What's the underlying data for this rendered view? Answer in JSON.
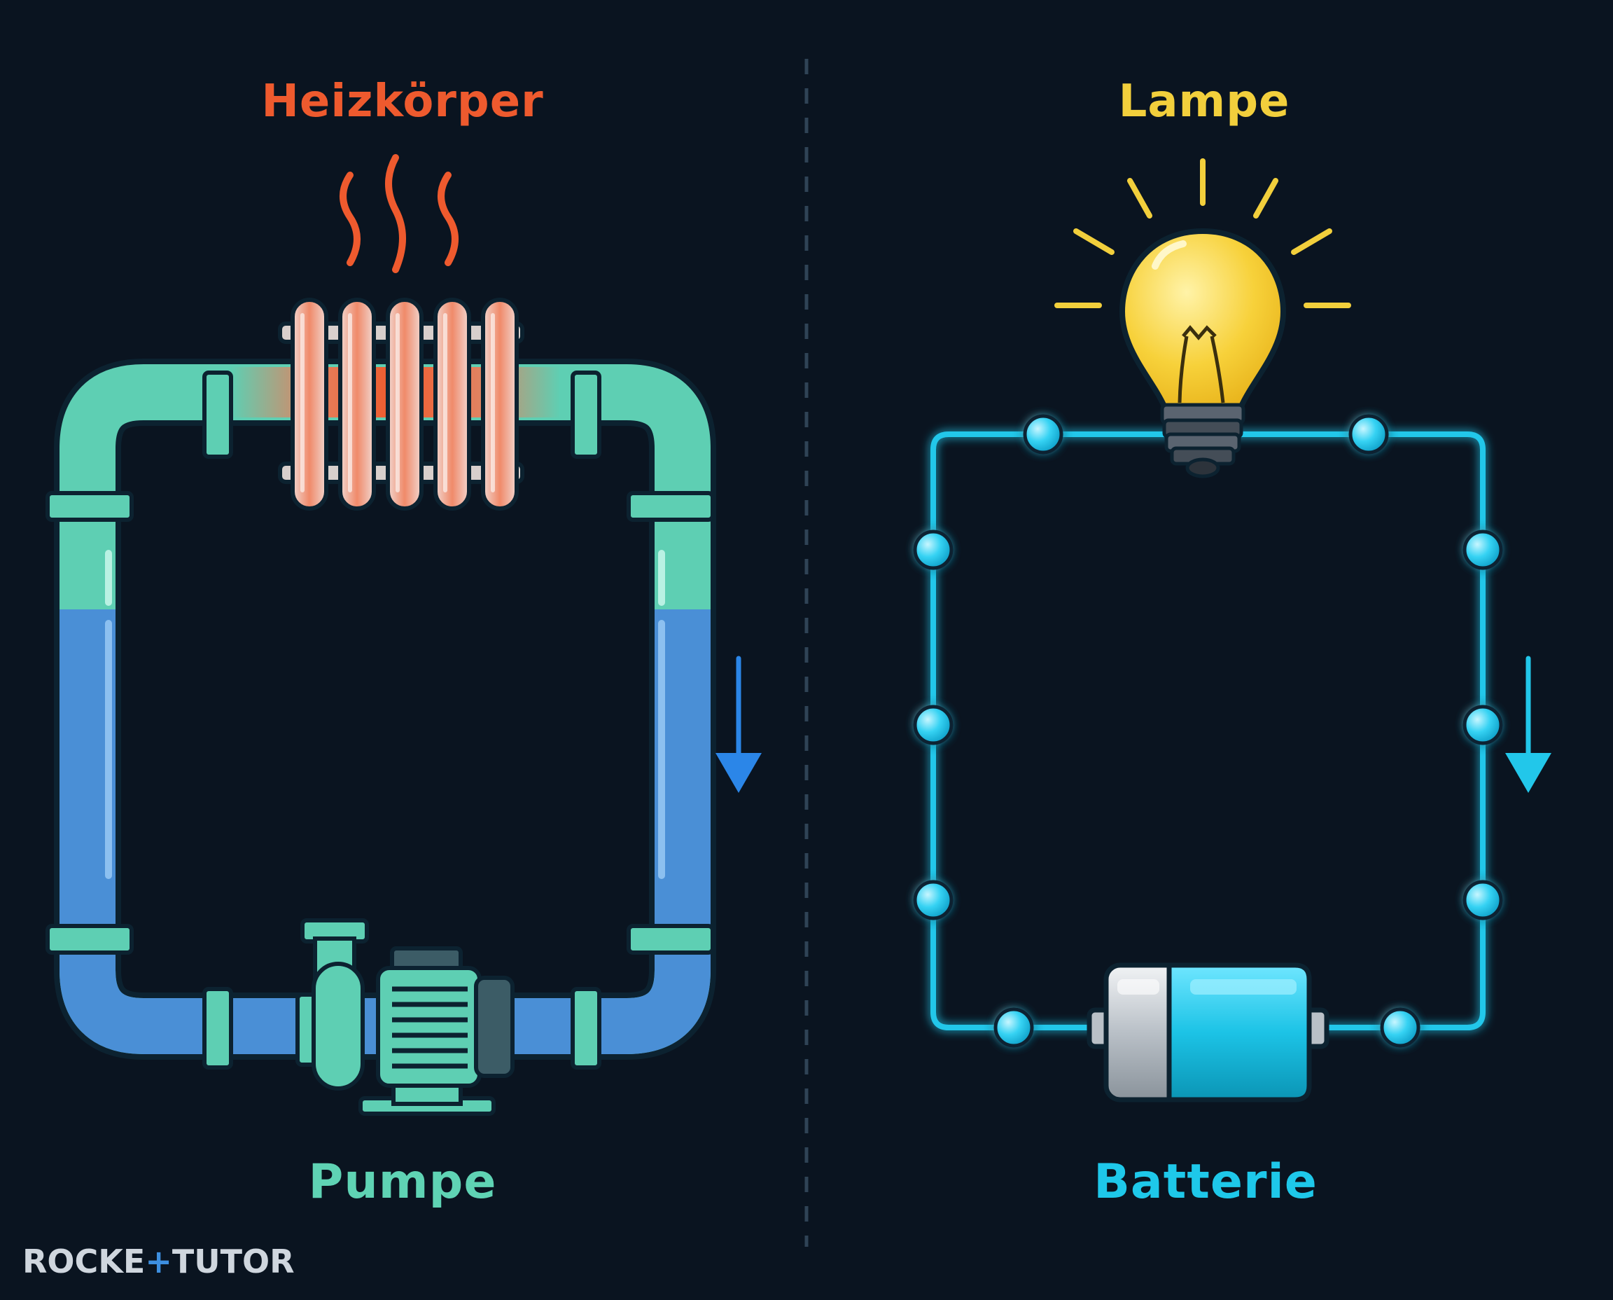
{
  "left_panel": {
    "title": "Heizkörper",
    "bottom_label": "Pumpe",
    "colors": {
      "title": "#ee5a2e",
      "label": "#5fd3b4",
      "pipe": "#5ecfb3",
      "water": "#4a8fd6",
      "heat": "#ee5a2e",
      "arrow": "#2b86e8"
    },
    "icons": [
      "radiator-icon",
      "heat-waves-icon",
      "pump-icon",
      "flow-arrow-icon"
    ]
  },
  "right_panel": {
    "title": "Lampe",
    "bottom_label": "Batterie",
    "colors": {
      "title": "#f2cf3c",
      "label": "#1ec8ea",
      "wire": "#22c7ea",
      "bulb": "#f7d13a",
      "arrow": "#22c7ea"
    },
    "icons": [
      "light-bulb-icon",
      "battery-icon",
      "electron-icon",
      "flow-arrow-icon"
    ]
  },
  "logo": {
    "part1": "ROCKE",
    "plus": "+",
    "part2": "TUTOR"
  },
  "divider_color": "#2f4356"
}
